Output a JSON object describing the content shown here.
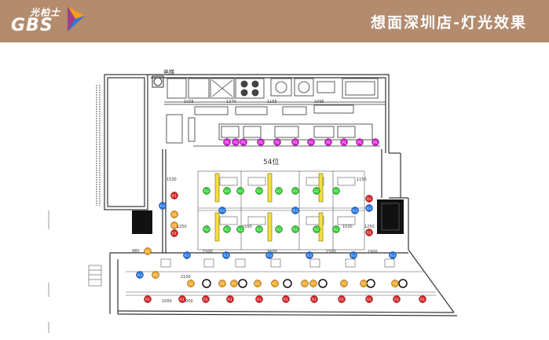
{
  "header": {
    "logo_cn": "光柏士",
    "logo_en": "GBS",
    "title": "想面深圳店-灯光效果"
  },
  "plan": {
    "elevator_label": "电梯",
    "seats_label": "54位",
    "dims": [
      "1035",
      "1370",
      "1155",
      "1095",
      "1530",
      "1500",
      "1150",
      "1250",
      "1500",
      "1500",
      "1550",
      "1250",
      "980",
      "2000",
      "1000",
      "2100",
      "1900",
      "1030"
    ],
    "legend_colors": {
      "magenta": "#d61bd6",
      "green": "#2fcf2f",
      "blue": "#1e6fe0",
      "orange": "#f0a020",
      "red": "#d82020",
      "yellow": "#f3e03a"
    },
    "lights": {
      "magenta_row": [
        "P2",
        "P2",
        "P2",
        "P2",
        "P2",
        "P2",
        "P2",
        "P2",
        "P2",
        "P2",
        "P2"
      ],
      "green": [
        "R2",
        "R2",
        "R2",
        "R2",
        "R2",
        "R2",
        "R2",
        "R2",
        "R2",
        "R2",
        "R2",
        "R2",
        "R2",
        "R2",
        "R2",
        "R2"
      ],
      "blue": [
        "R3",
        "R3",
        "R3",
        "R3",
        "R3",
        "R3",
        "R3",
        "R3",
        "R3",
        "R3",
        "R3",
        "R3"
      ],
      "orange": [
        "P2",
        "P2",
        "P2",
        "P2",
        "P2",
        "P2",
        "P2",
        "P2",
        "P2",
        "P2",
        "P2",
        "P2",
        "P2",
        "P2"
      ],
      "red": [
        "R1",
        "R1",
        "R1",
        "R1",
        "R1",
        "R1",
        "R1",
        "R1",
        "R1",
        "R1",
        "R1",
        "R1",
        "R1",
        "R1",
        "R1"
      ]
    }
  }
}
